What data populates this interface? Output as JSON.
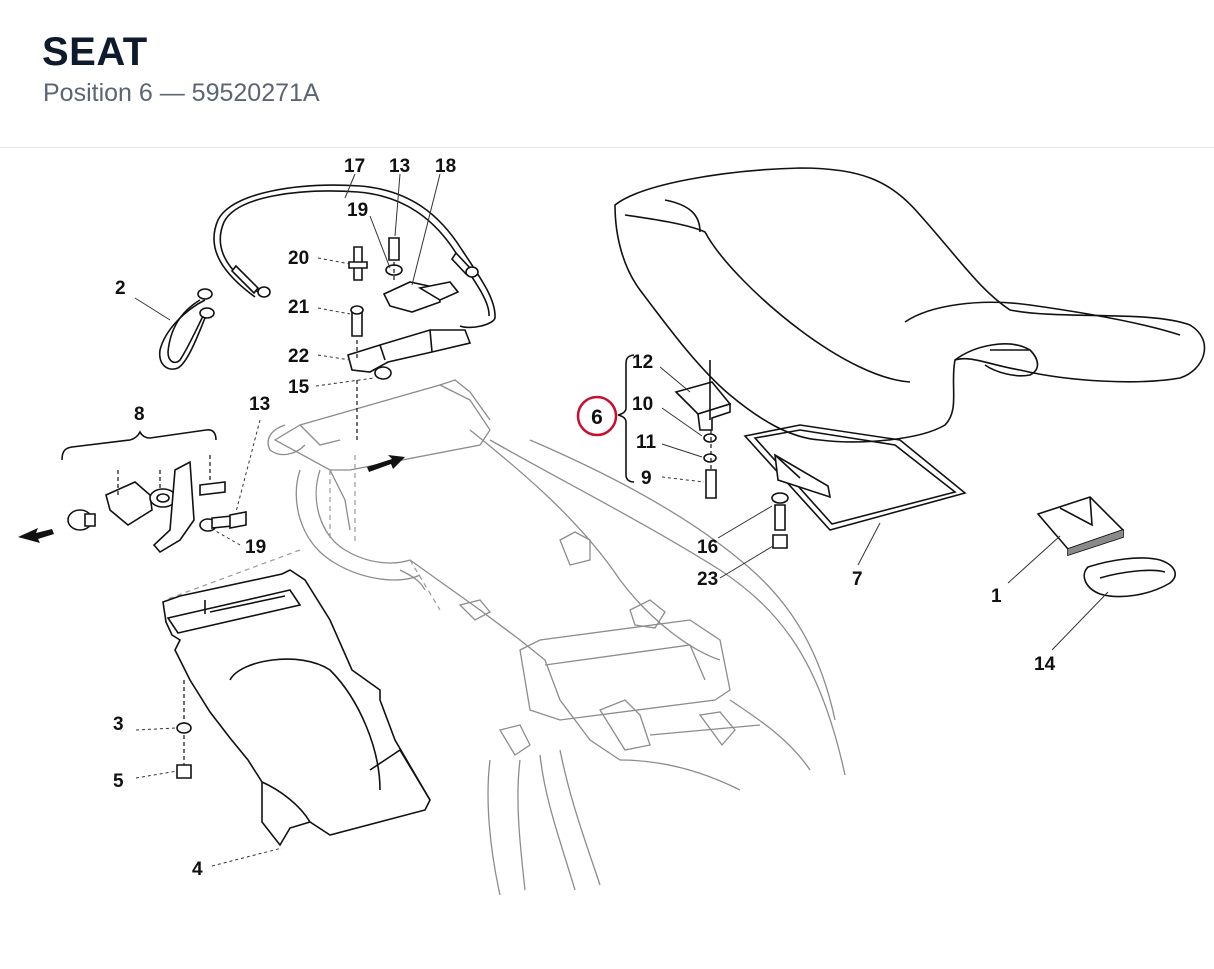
{
  "header": {
    "title": "SEAT",
    "subtitle": "Position 6 — 59520271A"
  },
  "diagram": {
    "highlight_color": "#c8102e",
    "selected_position": "6",
    "callouts": {
      "c1": "1",
      "c2": "2",
      "c3": "3",
      "c4": "4",
      "c5": "5",
      "c6": "6",
      "c7": "7",
      "c8": "8",
      "c9": "9",
      "c10": "10",
      "c11": "11",
      "c12": "12",
      "c13a": "13",
      "c13b": "13",
      "c14": "14",
      "c15": "15",
      "c16": "16",
      "c17": "17",
      "c18": "18",
      "c19a": "19",
      "c19b": "19",
      "c20": "20",
      "c21": "21",
      "c22": "22",
      "c23": "23"
    }
  }
}
